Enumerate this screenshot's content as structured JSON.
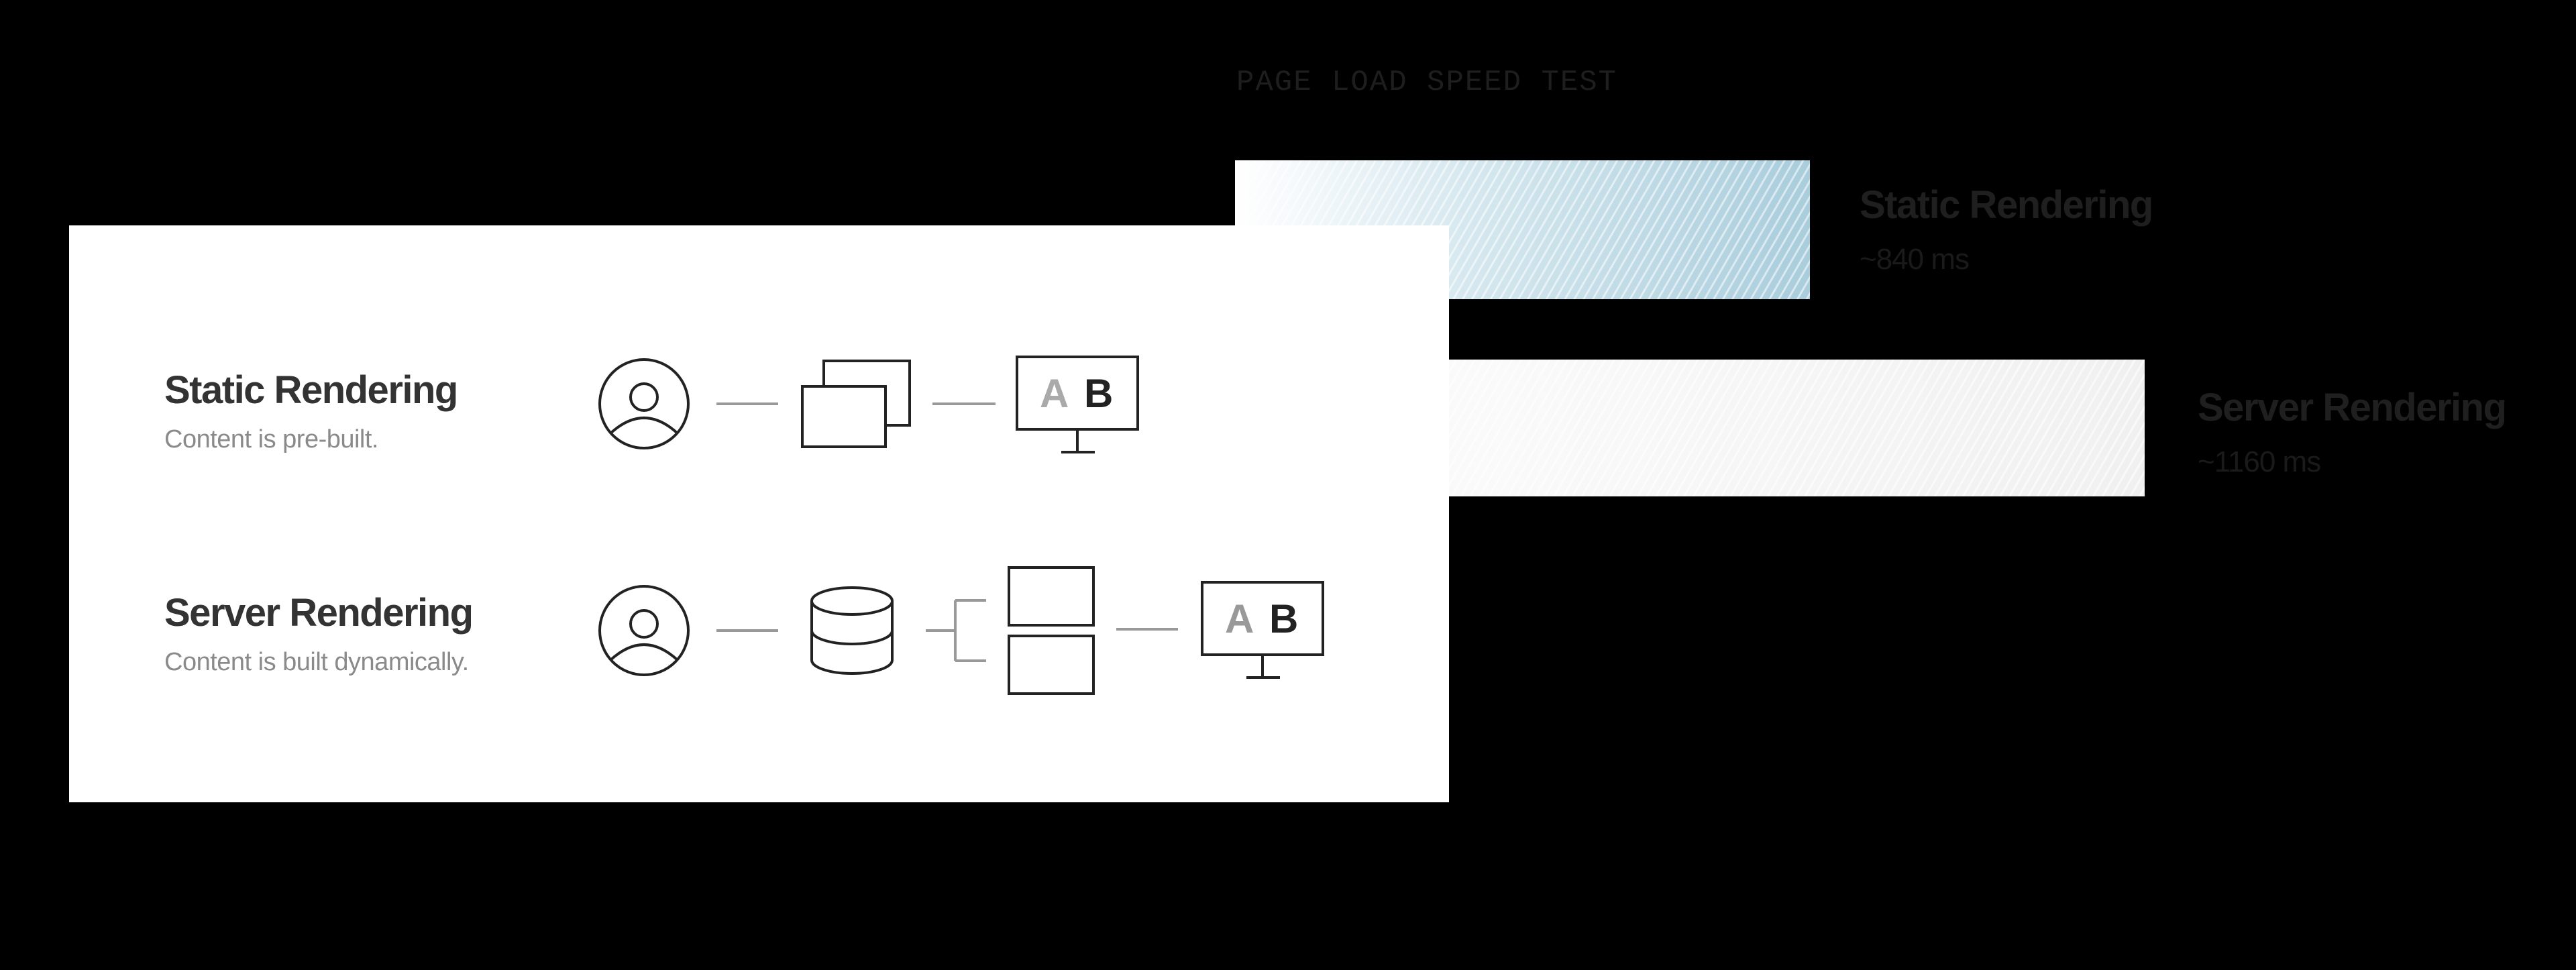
{
  "speed_test": {
    "title": "PAGE LOAD SPEED TEST",
    "bars": [
      {
        "label": "Static Rendering",
        "value": "~840 ms",
        "color": "#a9cddc"
      },
      {
        "label": "Server Rendering",
        "value": "~1160 ms",
        "color": "#f0f0f0"
      }
    ]
  },
  "card": {
    "rows": [
      {
        "title": "Static Rendering",
        "subtitle": "Content is pre-built."
      },
      {
        "title": "Server Rendering",
        "subtitle": "Content is built dynamically."
      }
    ],
    "monitor_letters": [
      "A",
      "B"
    ]
  }
}
